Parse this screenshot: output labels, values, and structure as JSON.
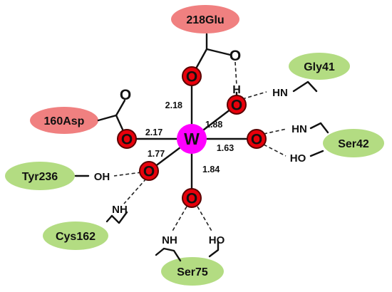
{
  "center": {
    "label": "W",
    "color": "#ff00ff"
  },
  "oxygen": {
    "label": "O",
    "color": "#e8000b",
    "stroke": "#5a0000"
  },
  "carbonyl_oxygen_label": "O",
  "h_label": "H",
  "residues": {
    "glu218": {
      "label": "218Glu",
      "color": "#f08080"
    },
    "asp160": {
      "label": "160Asp",
      "color": "#f08080"
    },
    "gly41": {
      "label": "Gly41",
      "color": "#b3dc82"
    },
    "ser42": {
      "label": "Ser42",
      "color": "#b3dc82"
    },
    "tyr236": {
      "label": "Tyr236",
      "color": "#b3dc82"
    },
    "cys162": {
      "label": "Cys162",
      "color": "#b3dc82"
    },
    "ser75": {
      "label": "Ser75",
      "color": "#b3dc82"
    }
  },
  "bond_lengths": {
    "o_top": "2.18",
    "o_upper_right": "1.88",
    "o_left": "2.17",
    "o_right": "1.63",
    "o_lower_left": "1.77",
    "o_bottom": "1.84"
  },
  "groups": {
    "gly41_nh": "HN",
    "ser42_nh": "HN",
    "ser42_oh": "HO",
    "tyr236_oh": "OH",
    "cys162_nh": "NH",
    "ser75_nh": "NH",
    "ser75_oh": "HO"
  }
}
